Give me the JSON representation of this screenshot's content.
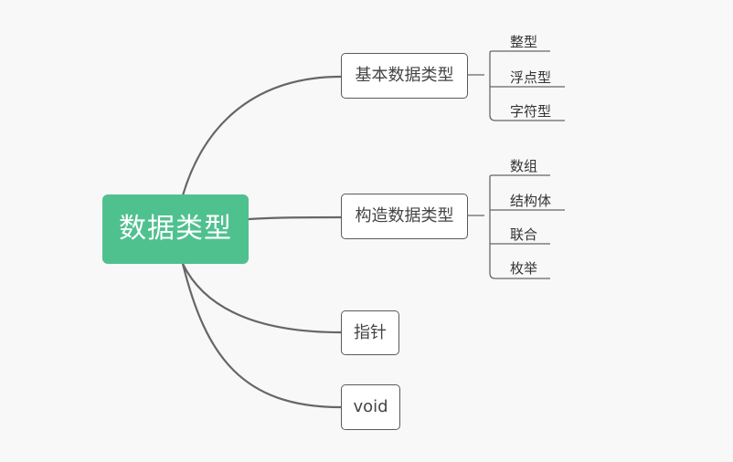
{
  "root": {
    "label": "数据类型"
  },
  "branches": [
    {
      "label": "基本数据类型",
      "children": [
        "整型",
        "浮点型",
        "字符型"
      ]
    },
    {
      "label": "构造数据类型",
      "children": [
        "数组",
        "结构体",
        "联合",
        "枚举"
      ]
    },
    {
      "label": "指针",
      "children": []
    },
    {
      "label": "void",
      "children": []
    }
  ],
  "colors": {
    "root_fill": "#4fc18f",
    "line": "#666666",
    "background": "#f8f8f8"
  }
}
